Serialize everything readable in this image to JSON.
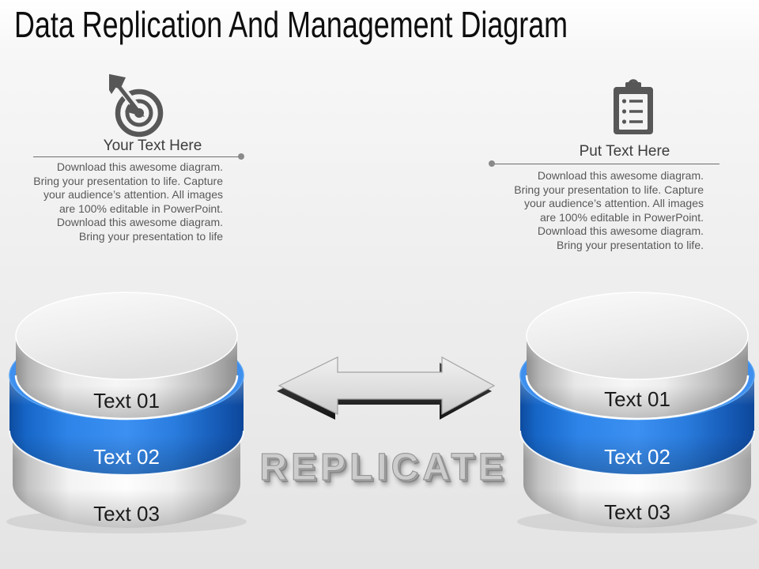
{
  "slide": {
    "title": "Data Replication And Management Diagram",
    "left_block": {
      "icon": "target-icon",
      "heading": "Your Text Here",
      "body": "Download this awesome diagram.\nBring your presentation to life. Capture\nyour audience’s attention. All images\nare 100% editable in PowerPoint.\nDownload this awesome diagram.\nBring your presentation to life"
    },
    "right_block": {
      "icon": "clipboard-checklist-icon",
      "heading": "Put Text Here",
      "body": "Download this awesome diagram.\nBring your presentation to life. Capture\nyour audience’s attention. All images\nare 100% editable in PowerPoint.\nDownload this awesome diagram.\nBring your presentation to life."
    },
    "left_stack": {
      "labels": [
        "Text 01",
        "Text 02",
        "Text 03"
      ]
    },
    "right_stack": {
      "labels": [
        "Text 01",
        "Text 02",
        "Text 03"
      ]
    },
    "center": {
      "replicate_label": "REPLICATE",
      "arrow": "double-headed-arrow"
    },
    "colors": {
      "accent_blue": "#2a7de0",
      "disk_gray": "#d9d9d9",
      "icon_gray": "#575757",
      "title_text": "#0e0e0e",
      "body_text": "#595959",
      "background": "#ededed"
    }
  }
}
